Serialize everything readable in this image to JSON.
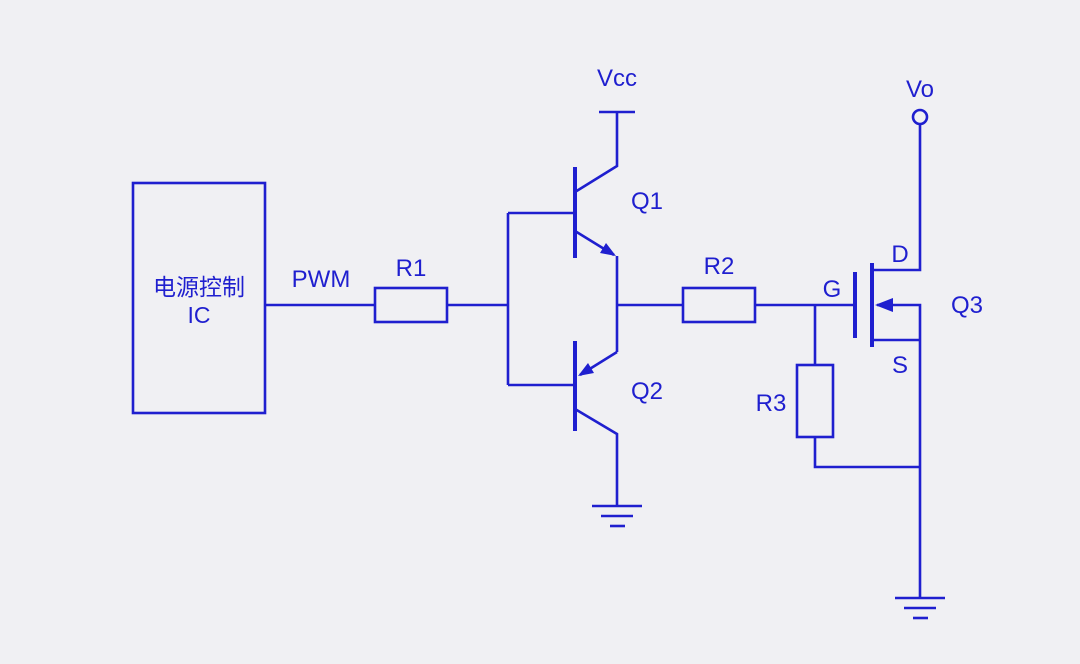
{
  "colors": {
    "background": "#f0f0f3",
    "line": "#1f1fcf",
    "text": "#1f1fcf"
  },
  "diagram": {
    "type": "circuit-schematic",
    "description": "PWM gate-driver circuit: power control IC drives push-pull BJT pair into power MOSFET",
    "ic": {
      "line1": "电源控制",
      "line2": "IC"
    },
    "labels": {
      "pwm": "PWM",
      "r1": "R1",
      "r2": "R2",
      "r3": "R3",
      "q1": "Q1",
      "q2": "Q2",
      "q3": "Q3",
      "vcc": "Vcc",
      "vo": "Vo",
      "gate": "G",
      "drain": "D",
      "source": "S"
    }
  }
}
